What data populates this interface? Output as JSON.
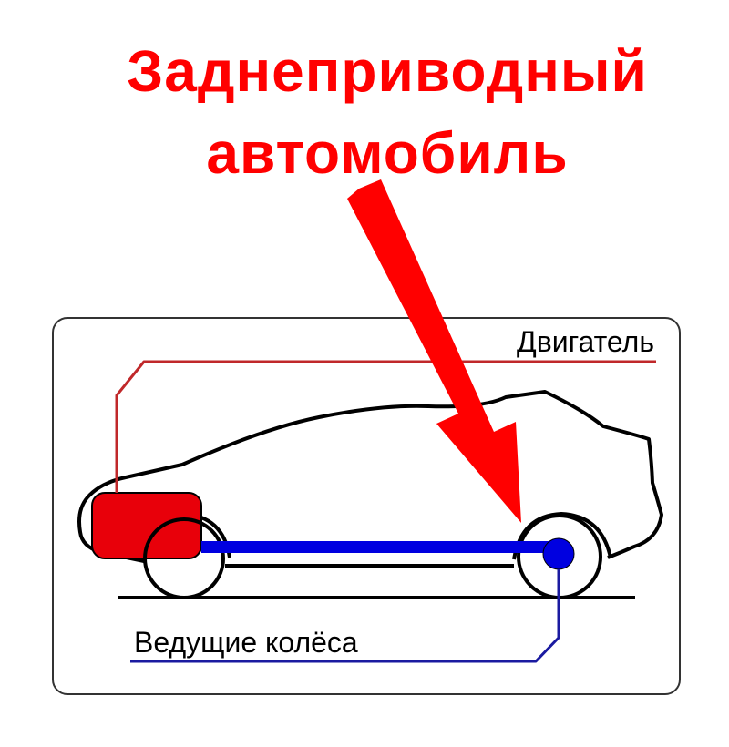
{
  "title": {
    "line1": "Заднеприводный",
    "line2": "автомобиль"
  },
  "labels": {
    "engine": "Двигатель",
    "driven_wheels": "Ведущие колёса"
  },
  "colors": {
    "title": "#ff0000",
    "arrow": "#ff0000",
    "engine_fill": "#e8000a",
    "engine_leader": "#c0282a",
    "driveshaft": "#0000e0",
    "wheel_leader": "#1a1aa0",
    "outline": "#000000",
    "frame": "#333333"
  }
}
